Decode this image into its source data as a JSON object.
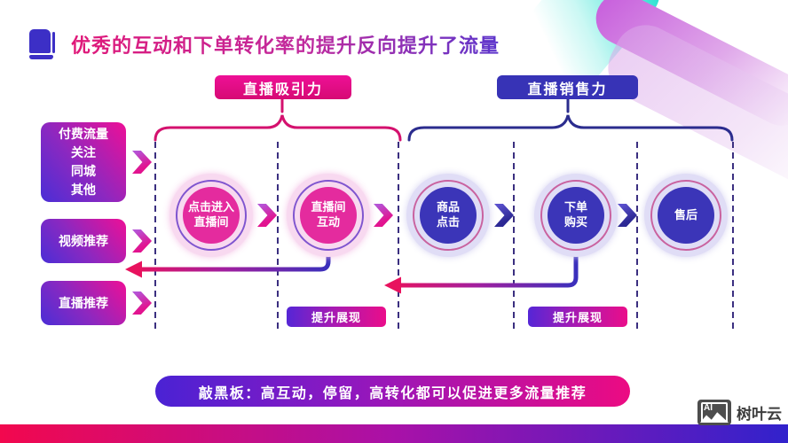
{
  "title": "优秀的互动和下单转化率的提升反向提升了流量",
  "sections": {
    "attract": "直播吸引力",
    "sales": "直播销售力"
  },
  "sources": [
    {
      "label": "付费流量\n关注\n同城\n其他"
    },
    {
      "label": "视频推荐"
    },
    {
      "label": "直播推荐"
    }
  ],
  "stages": [
    {
      "label": "点击进入\n直播间"
    },
    {
      "label": "直播间\n互动"
    },
    {
      "label": "商品\n点击"
    },
    {
      "label": "下单\n购买"
    },
    {
      "label": "售后"
    }
  ],
  "boost": [
    "提升展现",
    "提升展现"
  ],
  "banner": "敲黑板：高互动，停留，高转化都可以促进更多流量推荐",
  "logo": {
    "icon_label": "AI",
    "name": "树叶云"
  },
  "colors": {
    "pink_accent": "#e3128f",
    "blue_accent": "#3431b4",
    "arrow_crimson": "#e8125e",
    "dashed_line": "#3b2f80"
  }
}
